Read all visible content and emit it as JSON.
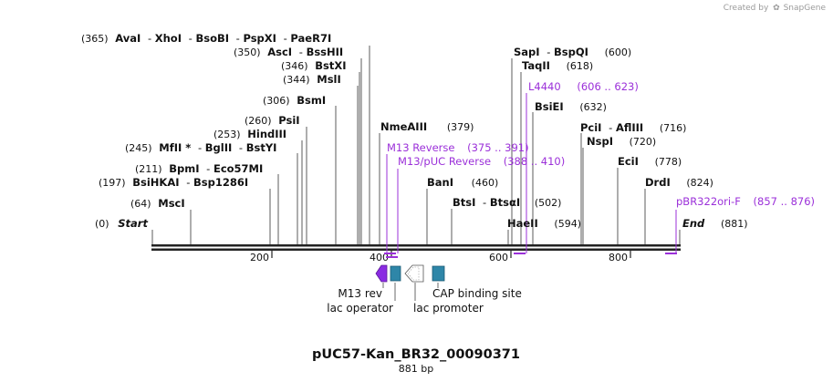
{
  "credit": {
    "prefix": "Created by",
    "brand": "SnapGene"
  },
  "title": "pUC57-Kan_BR32_00090371",
  "subtitle": "881 bp",
  "scale": {
    "ticks": [
      "200",
      "400",
      "600",
      "800"
    ]
  },
  "sites": [
    {
      "pos": "(365)",
      "names": [
        "AvaI",
        "XhoI",
        "BsoBI",
        "PspXI",
        "PaeR7I"
      ],
      "side": "left"
    },
    {
      "pos": "(350)",
      "names": [
        "AscI",
        "BssHII"
      ],
      "side": "left"
    },
    {
      "pos": "(346)",
      "names": [
        "BstXI"
      ],
      "side": "left"
    },
    {
      "pos": "(344)",
      "names": [
        "MslI"
      ],
      "side": "left"
    },
    {
      "pos": "(306)",
      "names": [
        "BsmI"
      ],
      "side": "left"
    },
    {
      "pos": "(260)",
      "names": [
        "PsiI"
      ],
      "side": "left"
    },
    {
      "pos": "(253)",
      "names": [
        "HindIII"
      ],
      "side": "left"
    },
    {
      "pos": "(245)",
      "names": [
        "MfII *",
        "BglII",
        "BstYI"
      ],
      "side": "left"
    },
    {
      "pos": "(211)",
      "names": [
        "BpmI",
        "Eco57MI"
      ],
      "side": "left"
    },
    {
      "pos": "(197)",
      "names": [
        "BsiHKAI",
        "Bsp1286I"
      ],
      "side": "left"
    },
    {
      "pos": "(64)",
      "names": [
        "MscI"
      ],
      "side": "left"
    },
    {
      "pos": "(0)",
      "names": [
        "Start"
      ],
      "side": "left",
      "italic": true
    },
    {
      "pos": "(379)",
      "names": [
        "NmeAIII"
      ],
      "side": "right"
    },
    {
      "pos": "(460)",
      "names": [
        "BanI"
      ],
      "side": "right"
    },
    {
      "pos": "(502)",
      "names": [
        "BtsI",
        "BtsαI"
      ],
      "side": "right"
    },
    {
      "pos": "(600)",
      "names": [
        "SapI",
        "BspQI"
      ],
      "side": "right"
    },
    {
      "pos": "(618)",
      "names": [
        "TaqII"
      ],
      "side": "right"
    },
    {
      "pos": "(632)",
      "names": [
        "BsiEI"
      ],
      "side": "right"
    },
    {
      "pos": "(594)",
      "names": [
        "HaeII"
      ],
      "side": "right"
    },
    {
      "pos": "(716)",
      "names": [
        "PciI",
        "AflIII"
      ],
      "side": "right"
    },
    {
      "pos": "(720)",
      "names": [
        "NspI"
      ],
      "side": "right"
    },
    {
      "pos": "(778)",
      "names": [
        "EciI"
      ],
      "side": "right"
    },
    {
      "pos": "(824)",
      "names": [
        "DrdI"
      ],
      "side": "right"
    },
    {
      "pos": "(881)",
      "names": [
        "End"
      ],
      "side": "right",
      "italic": true
    }
  ],
  "primers": [
    {
      "name": "M13 Reverse",
      "range": "(375 .. 391)"
    },
    {
      "name": "M13/pUC Reverse",
      "range": "(388 .. 410)"
    },
    {
      "name": "L4440",
      "range": "(606 .. 623)"
    },
    {
      "name": "pBR322ori-F",
      "range": "(857 .. 876)"
    }
  ],
  "features": [
    {
      "name": "M13 rev",
      "color": "#8a2be2"
    },
    {
      "name": "lac operator",
      "color": "#2e86a8"
    },
    {
      "name": "lac promoter",
      "color": "#ffffff"
    },
    {
      "name": "CAP binding site",
      "color": "#2e86a8"
    }
  ],
  "colors": {
    "primer": "#9b30d9",
    "backbone": "#222222",
    "feature_teal": "#2e86a8"
  }
}
